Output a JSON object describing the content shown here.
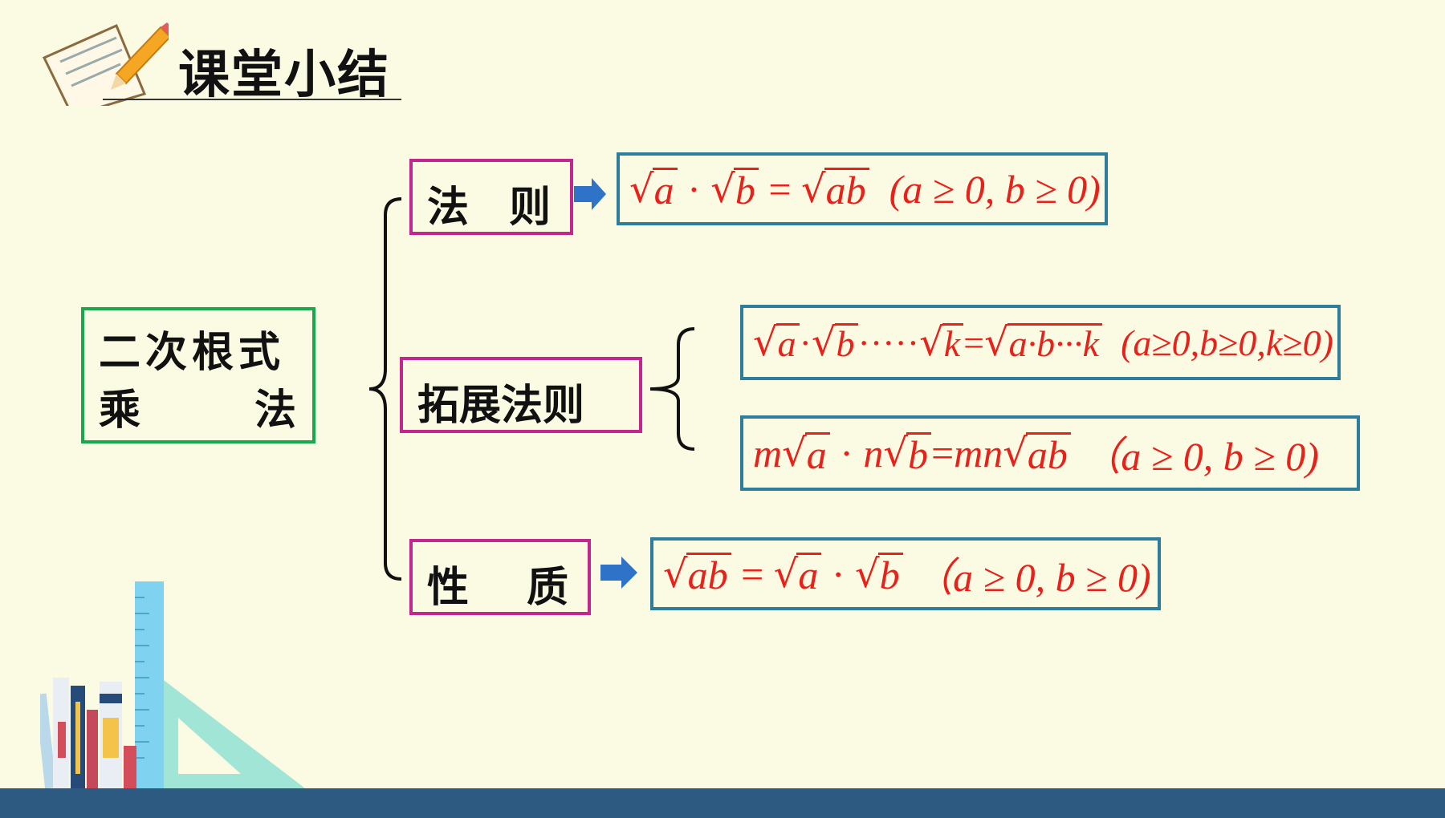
{
  "title": "课堂小结",
  "root": {
    "line1": "二次根式",
    "line2a": "乘",
    "line2b": "法"
  },
  "branches": {
    "rule": {
      "label_a": "法",
      "label_b": "则"
    },
    "extended": {
      "label": "拓展法则"
    },
    "property": {
      "label_a": "性",
      "label_b": "质"
    }
  },
  "formulas": {
    "rule": {
      "cond": "(a ≥ 0, b ≥ 0)"
    },
    "ext1": {
      "cond": "(a≥0,b≥0,k≥0)"
    },
    "ext2": {
      "cond": "（a ≥ 0, b ≥ 0)"
    },
    "property": {
      "cond": "（a ≥ 0, b ≥ 0)"
    }
  },
  "colors": {
    "accent_red": "#e8211b",
    "green_border": "#18a84e",
    "pink_border": "#c2268f",
    "teal_border": "#2e7d9b",
    "arrow_blue": "#2f73c9",
    "footer": "#2d5a80"
  }
}
